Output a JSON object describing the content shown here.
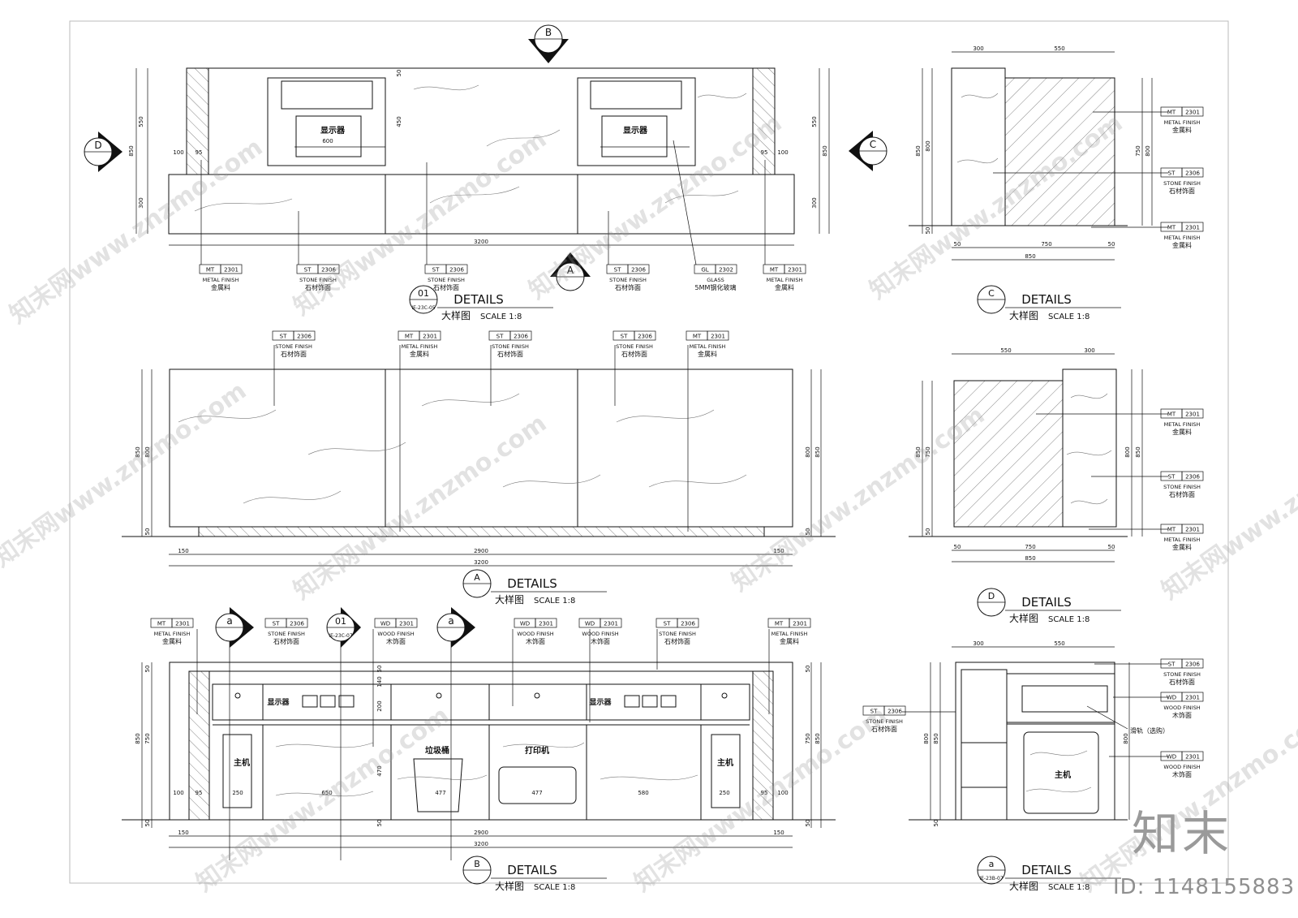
{
  "tags": {
    "mt": {
      "code": "MT",
      "num": "2301",
      "en": "METAL FINISH",
      "cn": "金属料"
    },
    "st": {
      "code": "ST",
      "num": "2306",
      "en": "STONE FINISH",
      "cn": "石材饰面"
    },
    "gl": {
      "code": "GL",
      "num": "2302",
      "en": "GLASS",
      "cn": "5MM钢化玻璃"
    },
    "wd": {
      "code": "WD",
      "num": "2301",
      "en": "WOOD FINISH",
      "cn": "木饰面"
    }
  },
  "titles": {
    "t01": {
      "num": "01",
      "sheet": "IE-23C-05",
      "title": "DETAILS",
      "sub": "大样图",
      "scale": "SCALE  1:8"
    },
    "tA": {
      "num": "A",
      "title": "DETAILS",
      "sub": "大样图",
      "scale": "SCALE  1:8"
    },
    "tB": {
      "num": "B",
      "title": "DETAILS",
      "sub": "大样图",
      "scale": "SCALE  1:8"
    },
    "tC": {
      "num": "C",
      "title": "DETAILS",
      "sub": "大样图",
      "scale": "SCALE  1:8"
    },
    "tD": {
      "num": "D",
      "title": "DETAILS",
      "sub": "大样图",
      "scale": "SCALE  1:8"
    },
    "ta": {
      "num": "a",
      "sheet": "IE-23B-07",
      "title": "DETAILS",
      "sub": "大样图",
      "scale": "SCALE  1:8"
    }
  },
  "markers": {
    "A": "A",
    "B": "B",
    "C": "C",
    "D": "D",
    "a": "a",
    "ref01_num": "01",
    "ref01_sheet": "IE-23C-07"
  },
  "labels": {
    "monitor": "显示器",
    "host": "主机",
    "trash": "垃圾桶",
    "printer": "打印机",
    "slide": "滑轨（选购）"
  },
  "dims": {
    "d3200": "3200",
    "d2900": "2900",
    "d150": "150",
    "d850": "850",
    "d800": "800",
    "d750": "750",
    "d550": "550",
    "d300": "300",
    "d50": "50",
    "d450": "450",
    "d600": "600",
    "d100": "100",
    "d95": "95",
    "d650": "650",
    "d580": "580",
    "d477": "477",
    "d250": "250",
    "d140": "140",
    "d200": "200",
    "d470": "470"
  },
  "brand": {
    "logo": "知末",
    "id": "ID: 1148155883"
  },
  "watermark": "知末网www.znzmo.com"
}
